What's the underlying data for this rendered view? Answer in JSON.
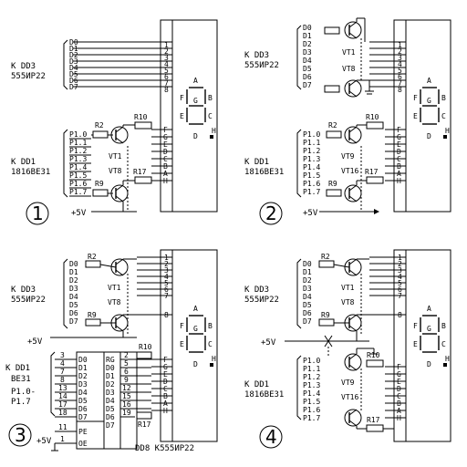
{
  "common": {
    "port_labels": [
      "D0",
      "D1",
      "D2",
      "D3",
      "D4",
      "D5",
      "D6",
      "D7"
    ],
    "p1_labels": [
      "P1.0",
      "P1.1",
      "P1.2",
      "P1.3",
      "P1.4",
      "P1.5",
      "P1.6",
      "P1.7"
    ],
    "pin_numbers": [
      "1",
      "2",
      "3",
      "4",
      "5",
      "6",
      "7",
      "8"
    ],
    "seg_pins": [
      "F",
      "G",
      "E",
      "D",
      "C",
      "B",
      "A",
      "H"
    ],
    "seg_letters": {
      "a": "A",
      "b": "B",
      "c": "C",
      "d": "D",
      "e": "E",
      "f": "F",
      "g": "G",
      "h": "H"
    },
    "supply": "+5V"
  },
  "panel1": {
    "number": "1",
    "dd3_label_1": "K DD3",
    "dd3_label_2": "555ИР22",
    "dd1_label_1": "K DD1",
    "dd1_label_2": "1816BE31",
    "r2": "R2",
    "r9": "R9",
    "r10": "R10",
    "r17": "R17",
    "vt1": "VT1",
    "vt8": "VT8"
  },
  "panel2": {
    "number": "2",
    "dd3_label_1": "K DD3",
    "dd3_label_2": "555ИР22",
    "dd1_label_1": "K DD1",
    "dd1_label_2": "1816BE31",
    "r2": "R2",
    "r9": "R9",
    "r10": "R10",
    "r17": "R17",
    "vt1": "VT1",
    "vt8": "VT8",
    "vt9": "VT9",
    "vt16": "VT16"
  },
  "panel3": {
    "number": "3",
    "dd3_label_1": "K DD3",
    "dd3_label_2": "555ИР22",
    "dd1_label_1": "K DD1",
    "dd1_label_2": "BE31",
    "dd1_label_3": "P1.0-",
    "dd1_label_4": "P1.7",
    "r2": "R2",
    "r9": "R9",
    "r10": "R10",
    "r17": "R17",
    "vt1": "VT1",
    "vt8": "VT8",
    "chip_title": "RG",
    "in_pins": [
      "3",
      "4",
      "7",
      "8",
      "13",
      "14",
      "17",
      "18"
    ],
    "out_pins": [
      "2",
      "5",
      "6",
      "9",
      "12",
      "15",
      "16",
      "19"
    ],
    "pe_pin": "11",
    "oe_pin": "1",
    "pe": "PE",
    "oe": "OE",
    "chip_caption": "DD8 K555ИР22"
  },
  "panel4": {
    "number": "4",
    "dd3_label_1": "K DD3",
    "dd3_label_2": "555ИР22",
    "dd1_label_1": "K DD1",
    "dd1_label_2": "1816BE31",
    "r2": "R2",
    "r9": "R9",
    "r10": "R10",
    "r17": "R17",
    "vt1": "VT1",
    "vt8": "VT8",
    "vt9": "VT9",
    "vt16": "VT16"
  }
}
